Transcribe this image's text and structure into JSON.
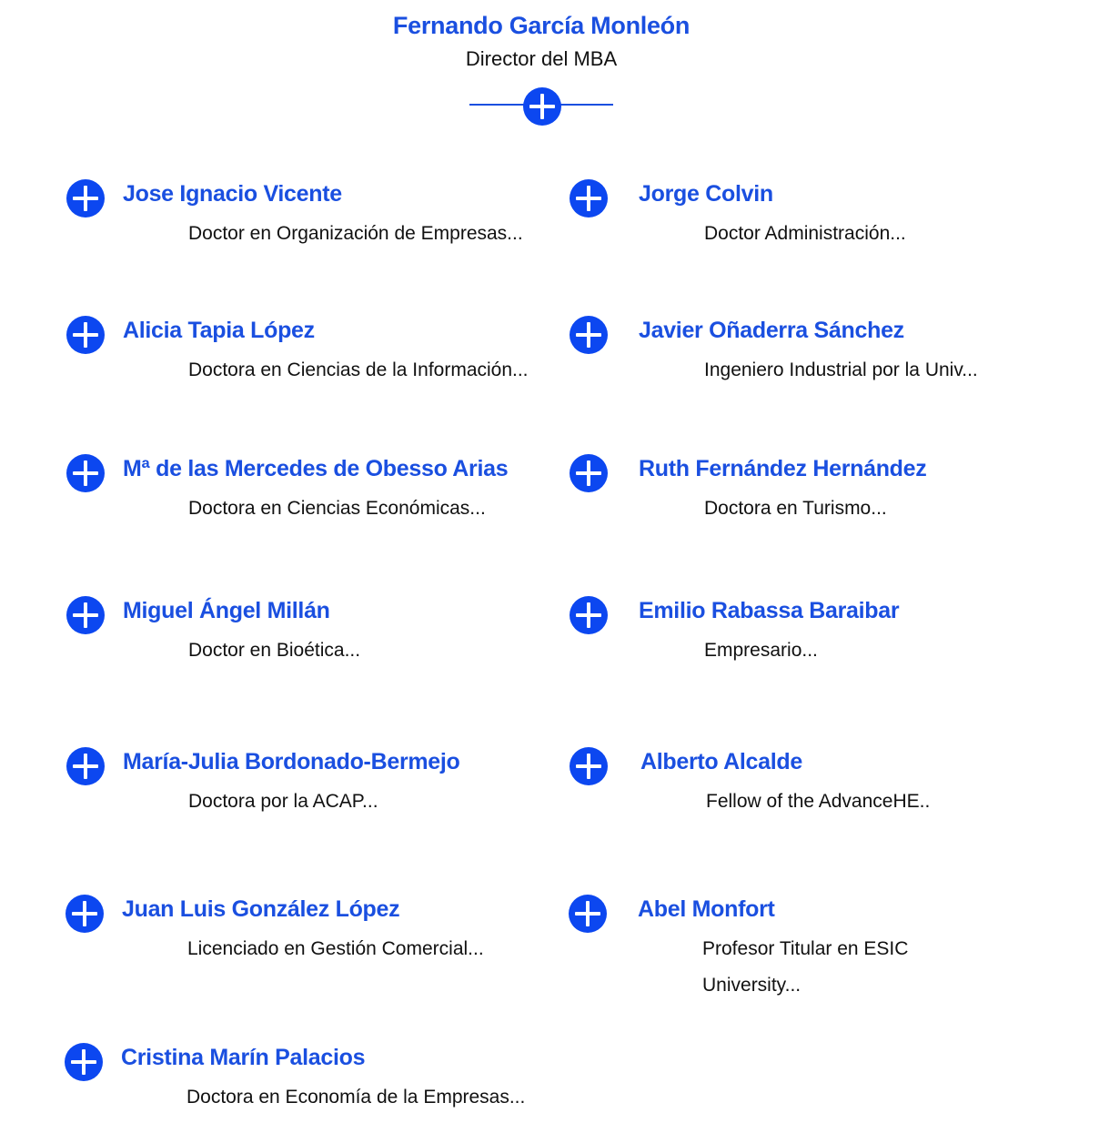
{
  "director": {
    "name": "Fernando García Monleón",
    "role": "Director del MBA"
  },
  "faculty": [
    {
      "name": "Jose Ignacio Vicente",
      "description": "Doctor en Organización de Empresas..."
    },
    {
      "name": "Jorge Colvin",
      "description": "Doctor Administración..."
    },
    {
      "name": "Alicia Tapia López",
      "description": "Doctora en Ciencias de la Información..."
    },
    {
      "name": "Javier Oñaderra Sánchez",
      "description": "Ingeniero Industrial por la Univ..."
    },
    {
      "name": "Mª de las Mercedes de Obesso Arias",
      "description": "Doctora en Ciencias Económicas..."
    },
    {
      "name": "Ruth Fernández Hernández",
      "description": "Doctora en Turismo..."
    },
    {
      "name": "Miguel Ángel Millán",
      "description": "Doctor en Bioética..."
    },
    {
      "name": "Emilio Rabassa Baraibar",
      "description": "Empresario..."
    },
    {
      "name": "María-Julia Bordonado-Bermejo",
      "description": "Doctora por la ACAP..."
    },
    {
      "name": "Alberto Alcalde",
      "description": "Fellow of the AdvanceHE.."
    },
    {
      "name": "Juan Luis González López",
      "description": "Licenciado en Gestión Comercial..."
    },
    {
      "name": "Abel Monfort",
      "description": "Profesor Titular en ESIC University..."
    },
    {
      "name": "Cristina Marín Palacios",
      "description": "Doctora en Economía de la Empresas..."
    }
  ],
  "icons": {
    "expand": "plus-circle-icon"
  },
  "colors": {
    "accent": "#1a4fe0",
    "button": "#0c47f0",
    "text": "#111111"
  }
}
